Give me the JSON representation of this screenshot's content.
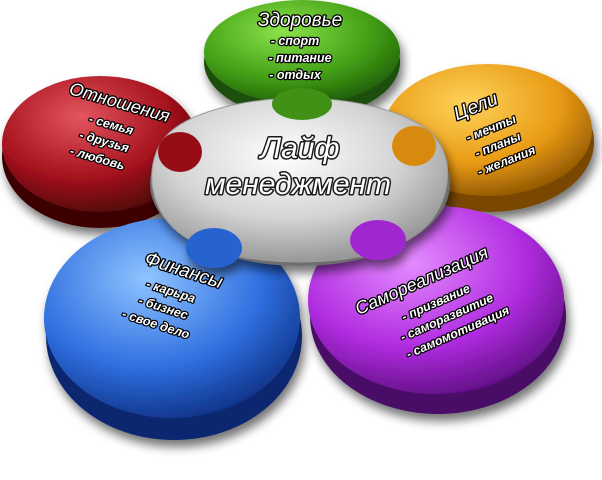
{
  "center": {
    "line1": "Лайф",
    "line2": "менеджмент",
    "color": "#d9d9d9"
  },
  "petals": [
    {
      "key": "health",
      "title": "Здоровье",
      "items": [
        "- спорт",
        "- питание",
        "- отдых"
      ],
      "color": "#4aa51c"
    },
    {
      "key": "goals",
      "title": "Цели",
      "items": [
        "- мечты",
        "- планы",
        "- желания"
      ],
      "color": "#e89a14"
    },
    {
      "key": "self-realization",
      "title": "Самореализация",
      "items": [
        "- призвание",
        "- саморазвитие",
        "- самомотивация"
      ],
      "color": "#b02ce0"
    },
    {
      "key": "finance",
      "title": "Финансы",
      "items": [
        "- карьра",
        "- бизнес",
        "- свое дело"
      ],
      "color": "#2f6fe0"
    },
    {
      "key": "relations",
      "title": "Отношения",
      "items": [
        "- семья",
        "- друзья",
        "- любовь"
      ],
      "color": "#a5121d"
    }
  ]
}
